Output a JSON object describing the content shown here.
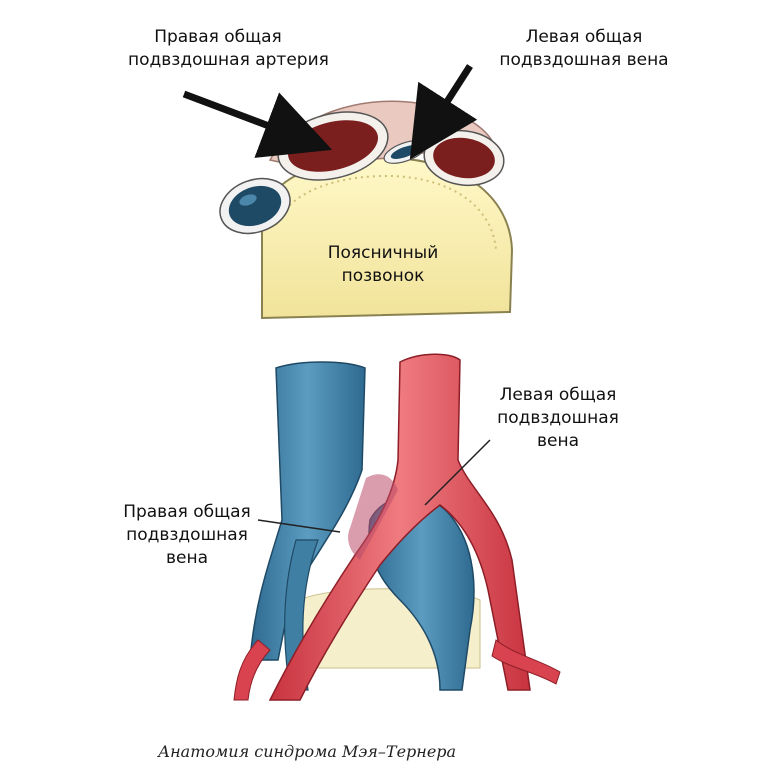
{
  "top_diagram": {
    "label_right_artery": {
      "line1": "Правая общая",
      "line2": "подвздошная артерия"
    },
    "label_left_vein": {
      "line1": "Левая общая",
      "line2": "подвздошная вена"
    },
    "label_vertebra": {
      "line1": "Поясничный",
      "line2": "позвонок"
    }
  },
  "bottom_diagram": {
    "label_left_vein": {
      "line1": "Левая общая",
      "line2": "подвздошная",
      "line3": "вена"
    },
    "label_right_vein": {
      "line1": "Правая общая",
      "line2": "подвздошная",
      "line3": "вена"
    }
  },
  "caption": "Анатомия синдрома Мэя–Тернера",
  "colors": {
    "artery": "#d8434f",
    "artery_dark": "#7a1e1e",
    "vein": "#3f7fa3",
    "vein_dark": "#1f4a66",
    "bone": "#f3e9a8",
    "bone_edge": "#8a8150"
  }
}
